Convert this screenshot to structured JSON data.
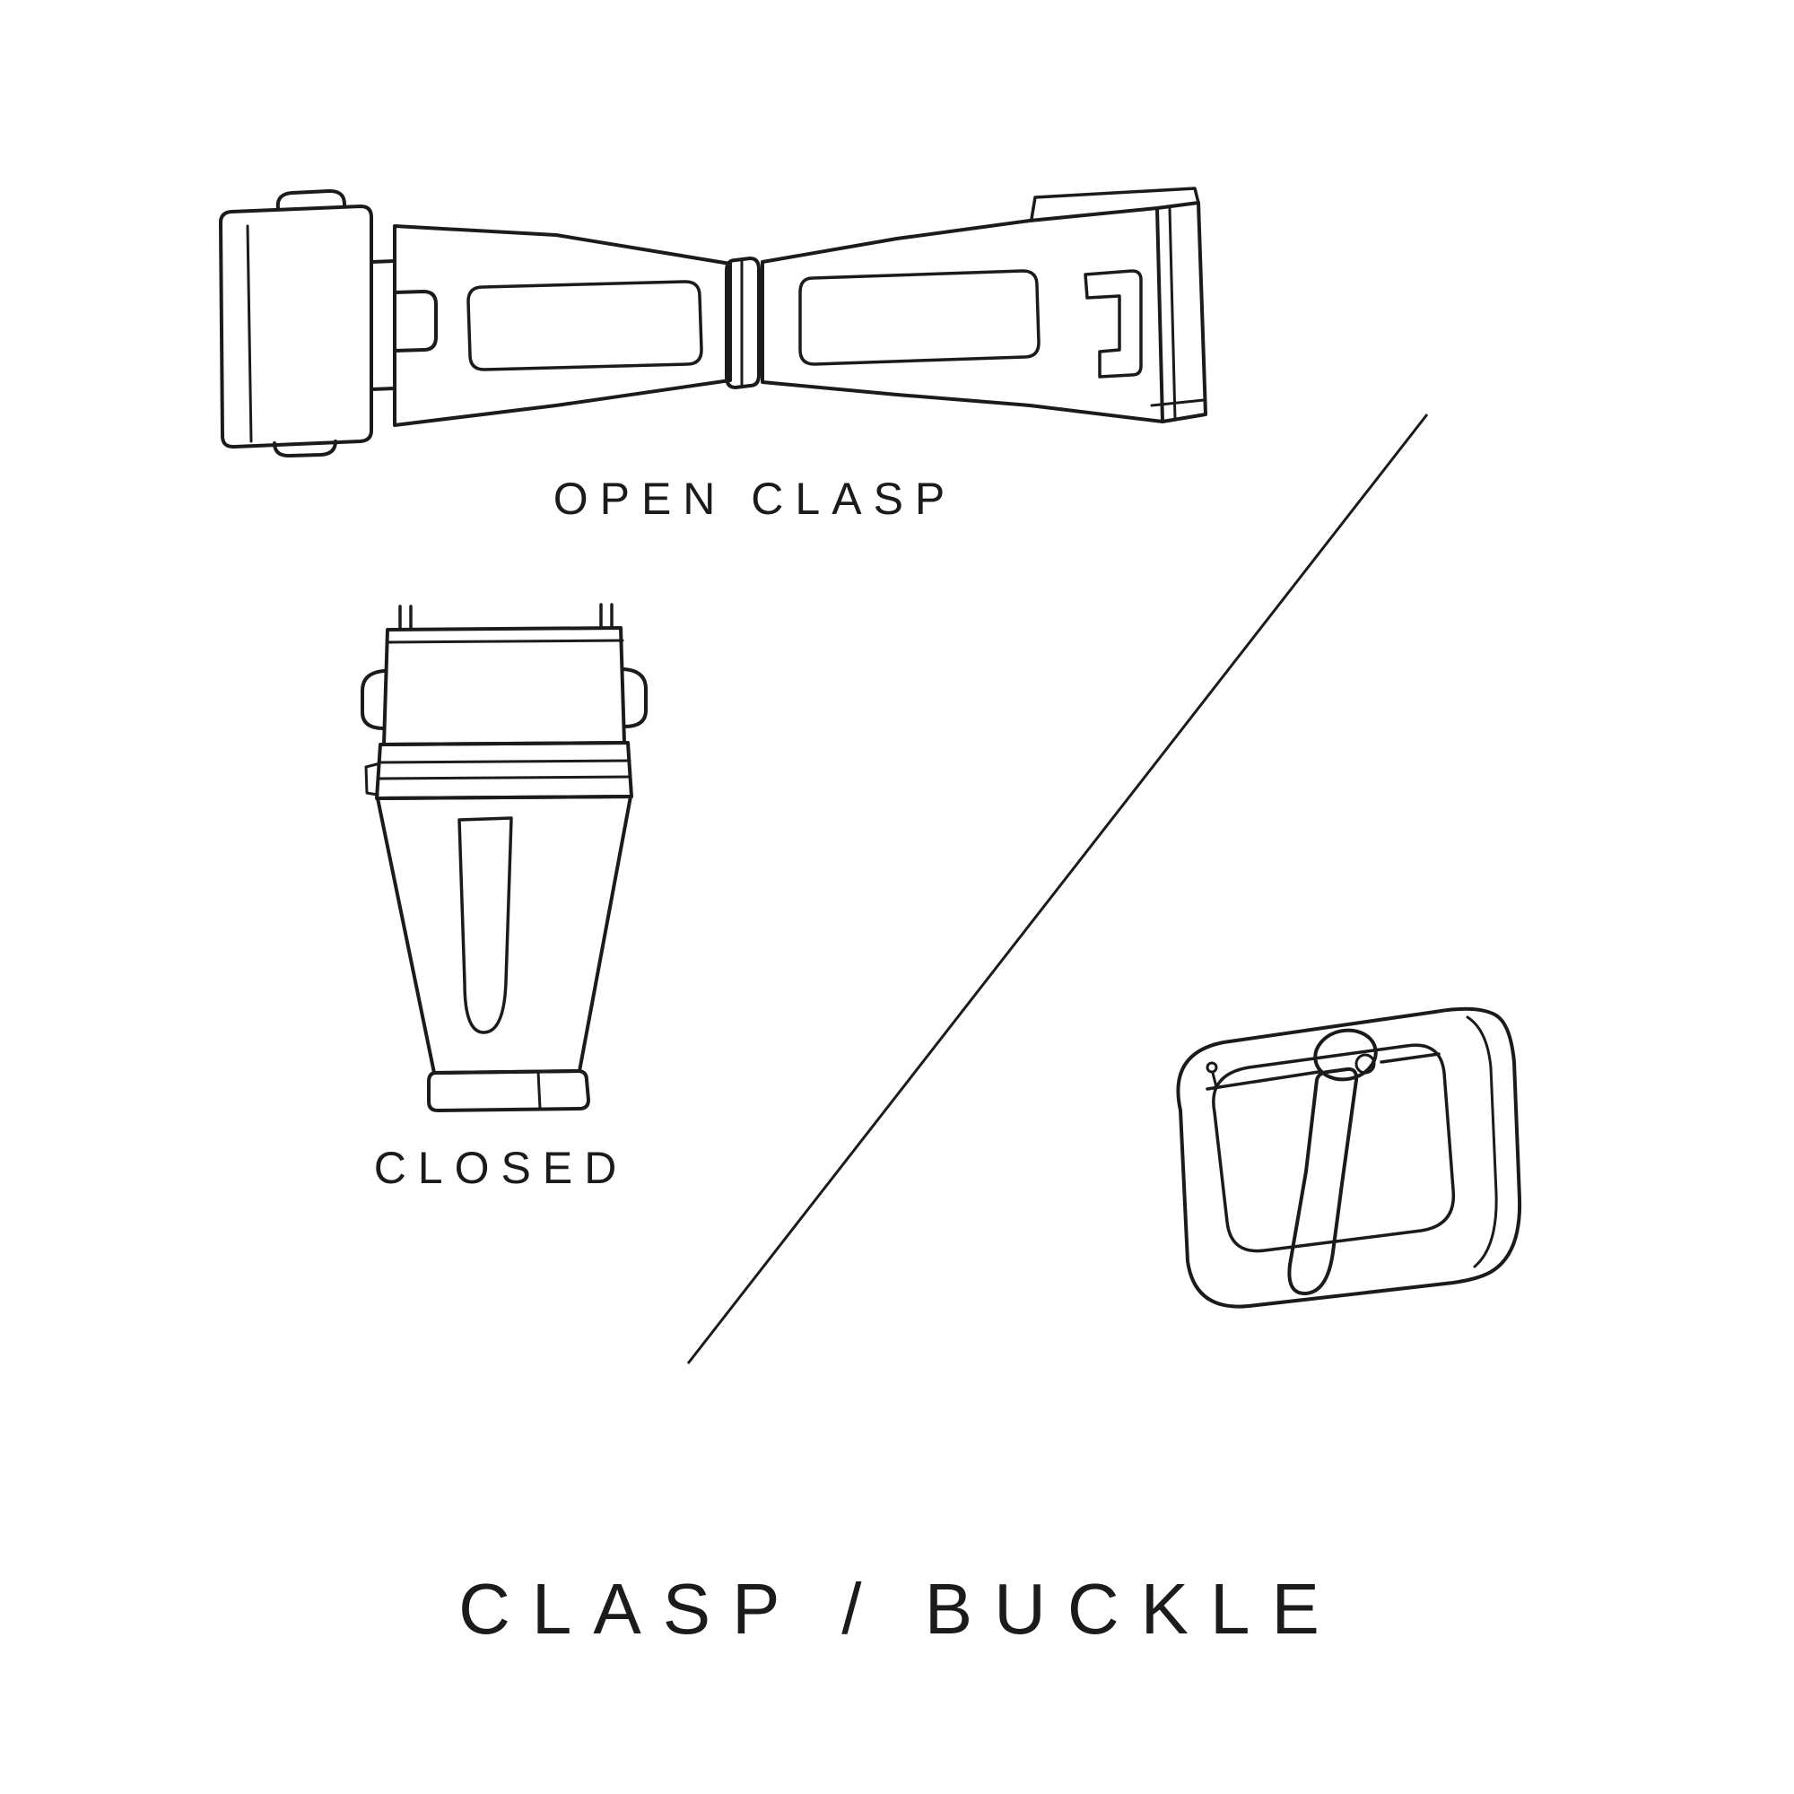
{
  "diagram": {
    "title": "CLASP / BUCKLE",
    "labels": {
      "open_clasp": "OPEN CLASP",
      "closed": "CLOSED"
    },
    "illustrations": [
      {
        "name": "open-clasp-illustration",
        "description": "deployant clasp shown open"
      },
      {
        "name": "closed-clasp-illustration",
        "description": "deployant clasp shown closed"
      },
      {
        "name": "tang-buckle-illustration",
        "description": "pin tang buckle"
      }
    ],
    "colors": {
      "line": "#1b1b1b",
      "background": "#ffffff"
    }
  }
}
